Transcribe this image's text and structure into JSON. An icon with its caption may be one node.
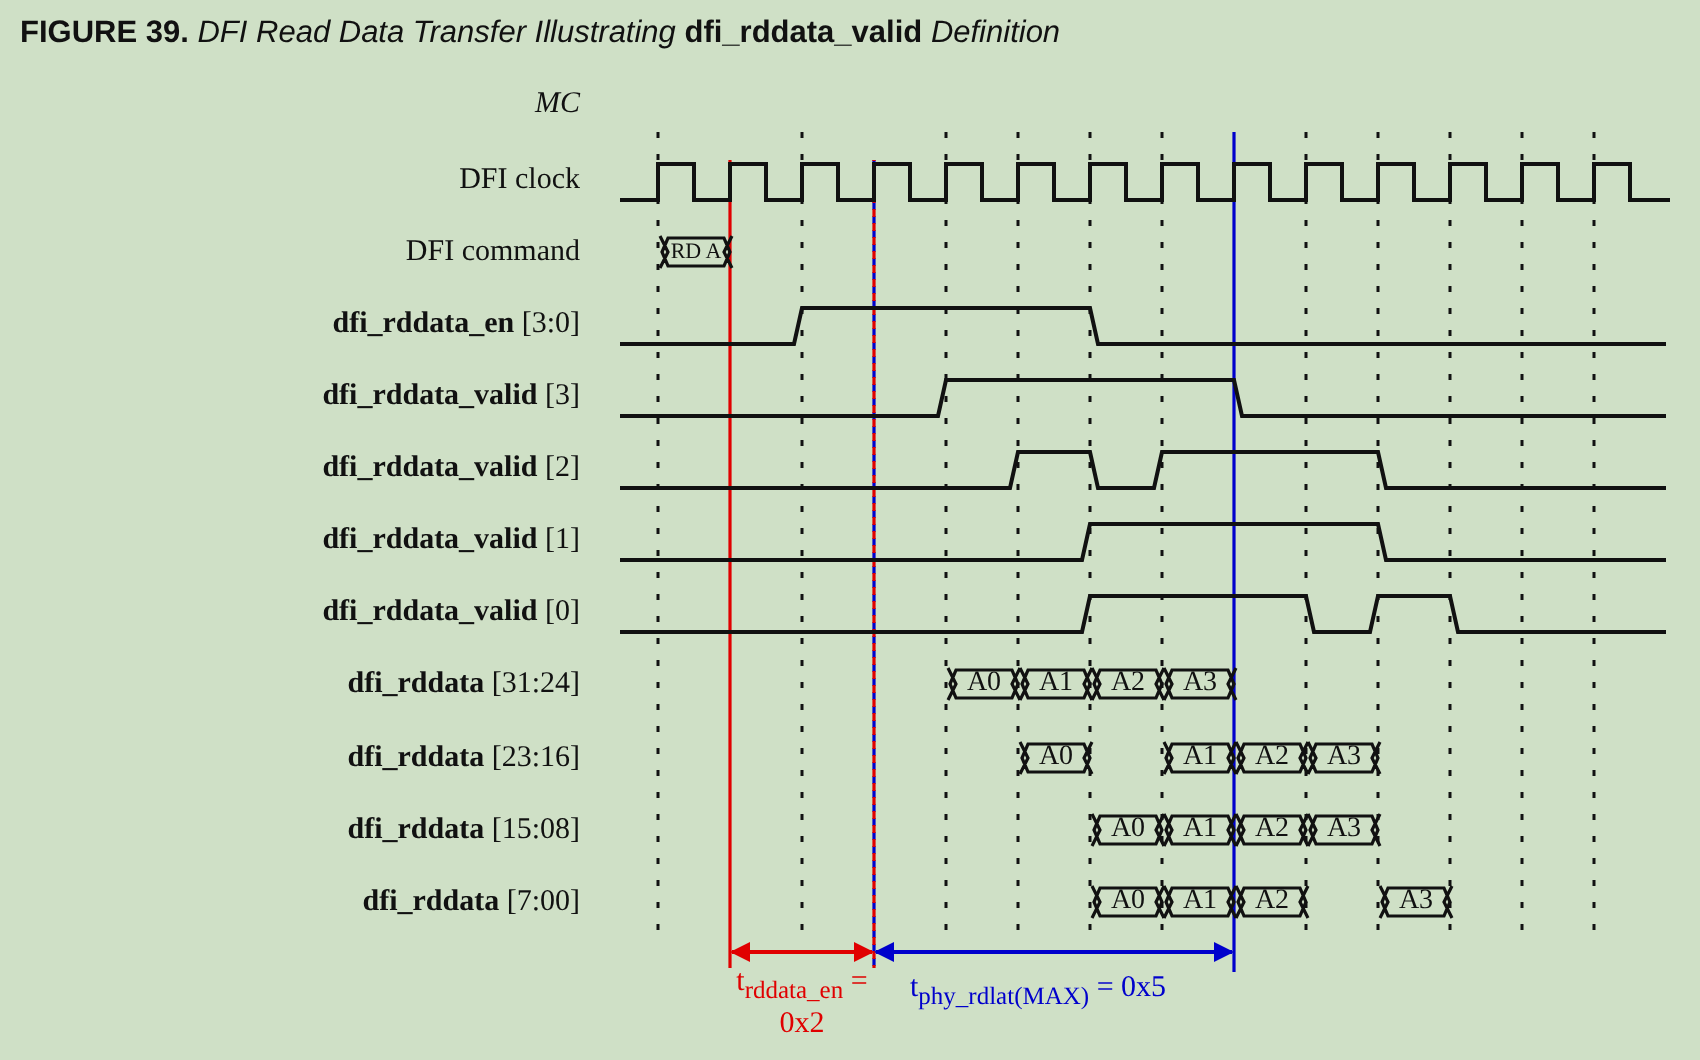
{
  "diagram": {
    "title": "**FIGURE 39.**    *DFI Read Data Transfer Illustrating* **dfi_rddata_valid** *Definition*",
    "labels": [
      "MC",
      "DFI clock",
      "DFI command",
      "RD A",
      "**dfi_rddata_en** [3:0]",
      "**dfi_rddata_valid** [3]",
      "**dfi_rddata_valid** [2]",
      "**dfi_rddata_valid** [1]",
      "**dfi_rddata_valid** [0]",
      "**dfi_rddata** [31:24]",
      "A0",
      "A1",
      "A2",
      "A3",
      "**dfi_rddata** [23:16]",
      "A0",
      "A1",
      "A2",
      "A3",
      "**dfi_rddata** [15:08]",
      "A0",
      "A1",
      "A2",
      "A3",
      "**dfi_rddata** [7:00]",
      "A0",
      "A1",
      "A2",
      "A3",
      "t$_{rddata_en}$ = 0x2",
      "t$_{phy_rdlat(MAX)}$ = 0x5"
    ]
  }
}
